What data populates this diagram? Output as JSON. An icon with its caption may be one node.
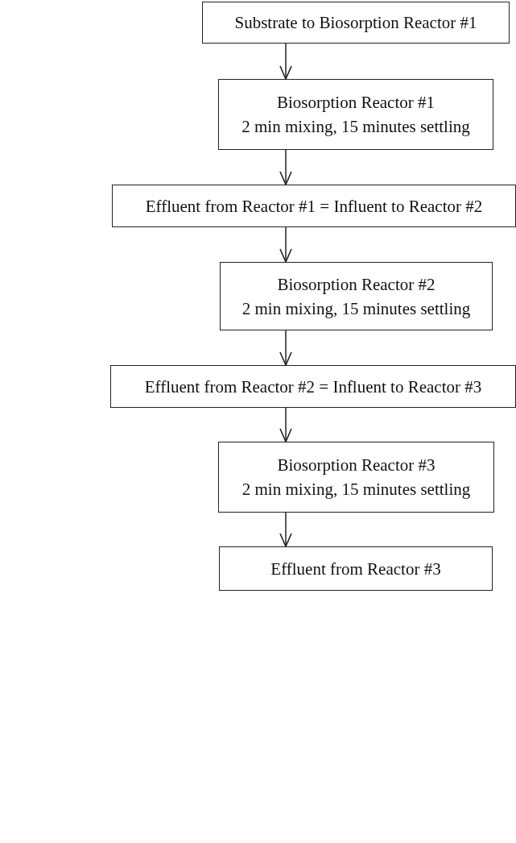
{
  "diagram": {
    "nodes": [
      {
        "text": [
          "Substrate to Biosorption Reactor #1"
        ]
      },
      {
        "text": [
          "Biosorption Reactor #1",
          "2 min mixing, 15 minutes settling"
        ]
      },
      {
        "text": [
          "Effluent from Reactor #1 = Influent to Reactor #2"
        ]
      },
      {
        "text": [
          "Biosorption Reactor #2",
          "2 min mixing, 15 minutes settling"
        ]
      },
      {
        "text": [
          "Effluent from Reactor #2 = Influent to Reactor #3"
        ]
      },
      {
        "text": [
          "Biosorption Reactor #3",
          "2 min mixing, 15 minutes settling"
        ]
      },
      {
        "text": [
          "Effluent from Reactor #3"
        ]
      }
    ],
    "edges": [
      {
        "from": 0,
        "to": 1,
        "arrow": "to"
      },
      {
        "from": 1,
        "to": 2,
        "arrow": "to"
      },
      {
        "from": 2,
        "to": 3,
        "arrow": "to"
      },
      {
        "from": 3,
        "to": 4,
        "arrow": "to"
      },
      {
        "from": 4,
        "to": 5,
        "arrow": "to"
      },
      {
        "from": 5,
        "to": 6,
        "arrow": "to"
      }
    ]
  }
}
